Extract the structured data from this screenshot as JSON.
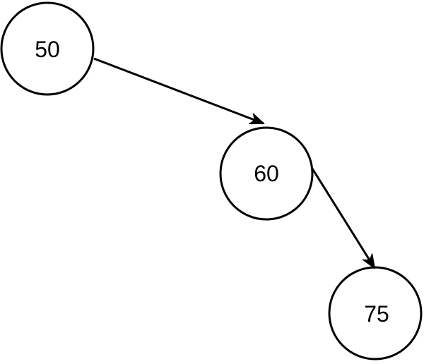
{
  "diagram": {
    "nodes": [
      {
        "label": "50"
      },
      {
        "label": "60"
      },
      {
        "label": "75"
      }
    ],
    "edges": [
      {
        "from": "50",
        "to": "60"
      },
      {
        "from": "60",
        "to": "75"
      }
    ]
  },
  "colors": {
    "background": "#ffffff",
    "node_fill": "#ffffff",
    "node_stroke": "#000000",
    "edge_stroke": "#000000",
    "label_color": "#000000"
  }
}
